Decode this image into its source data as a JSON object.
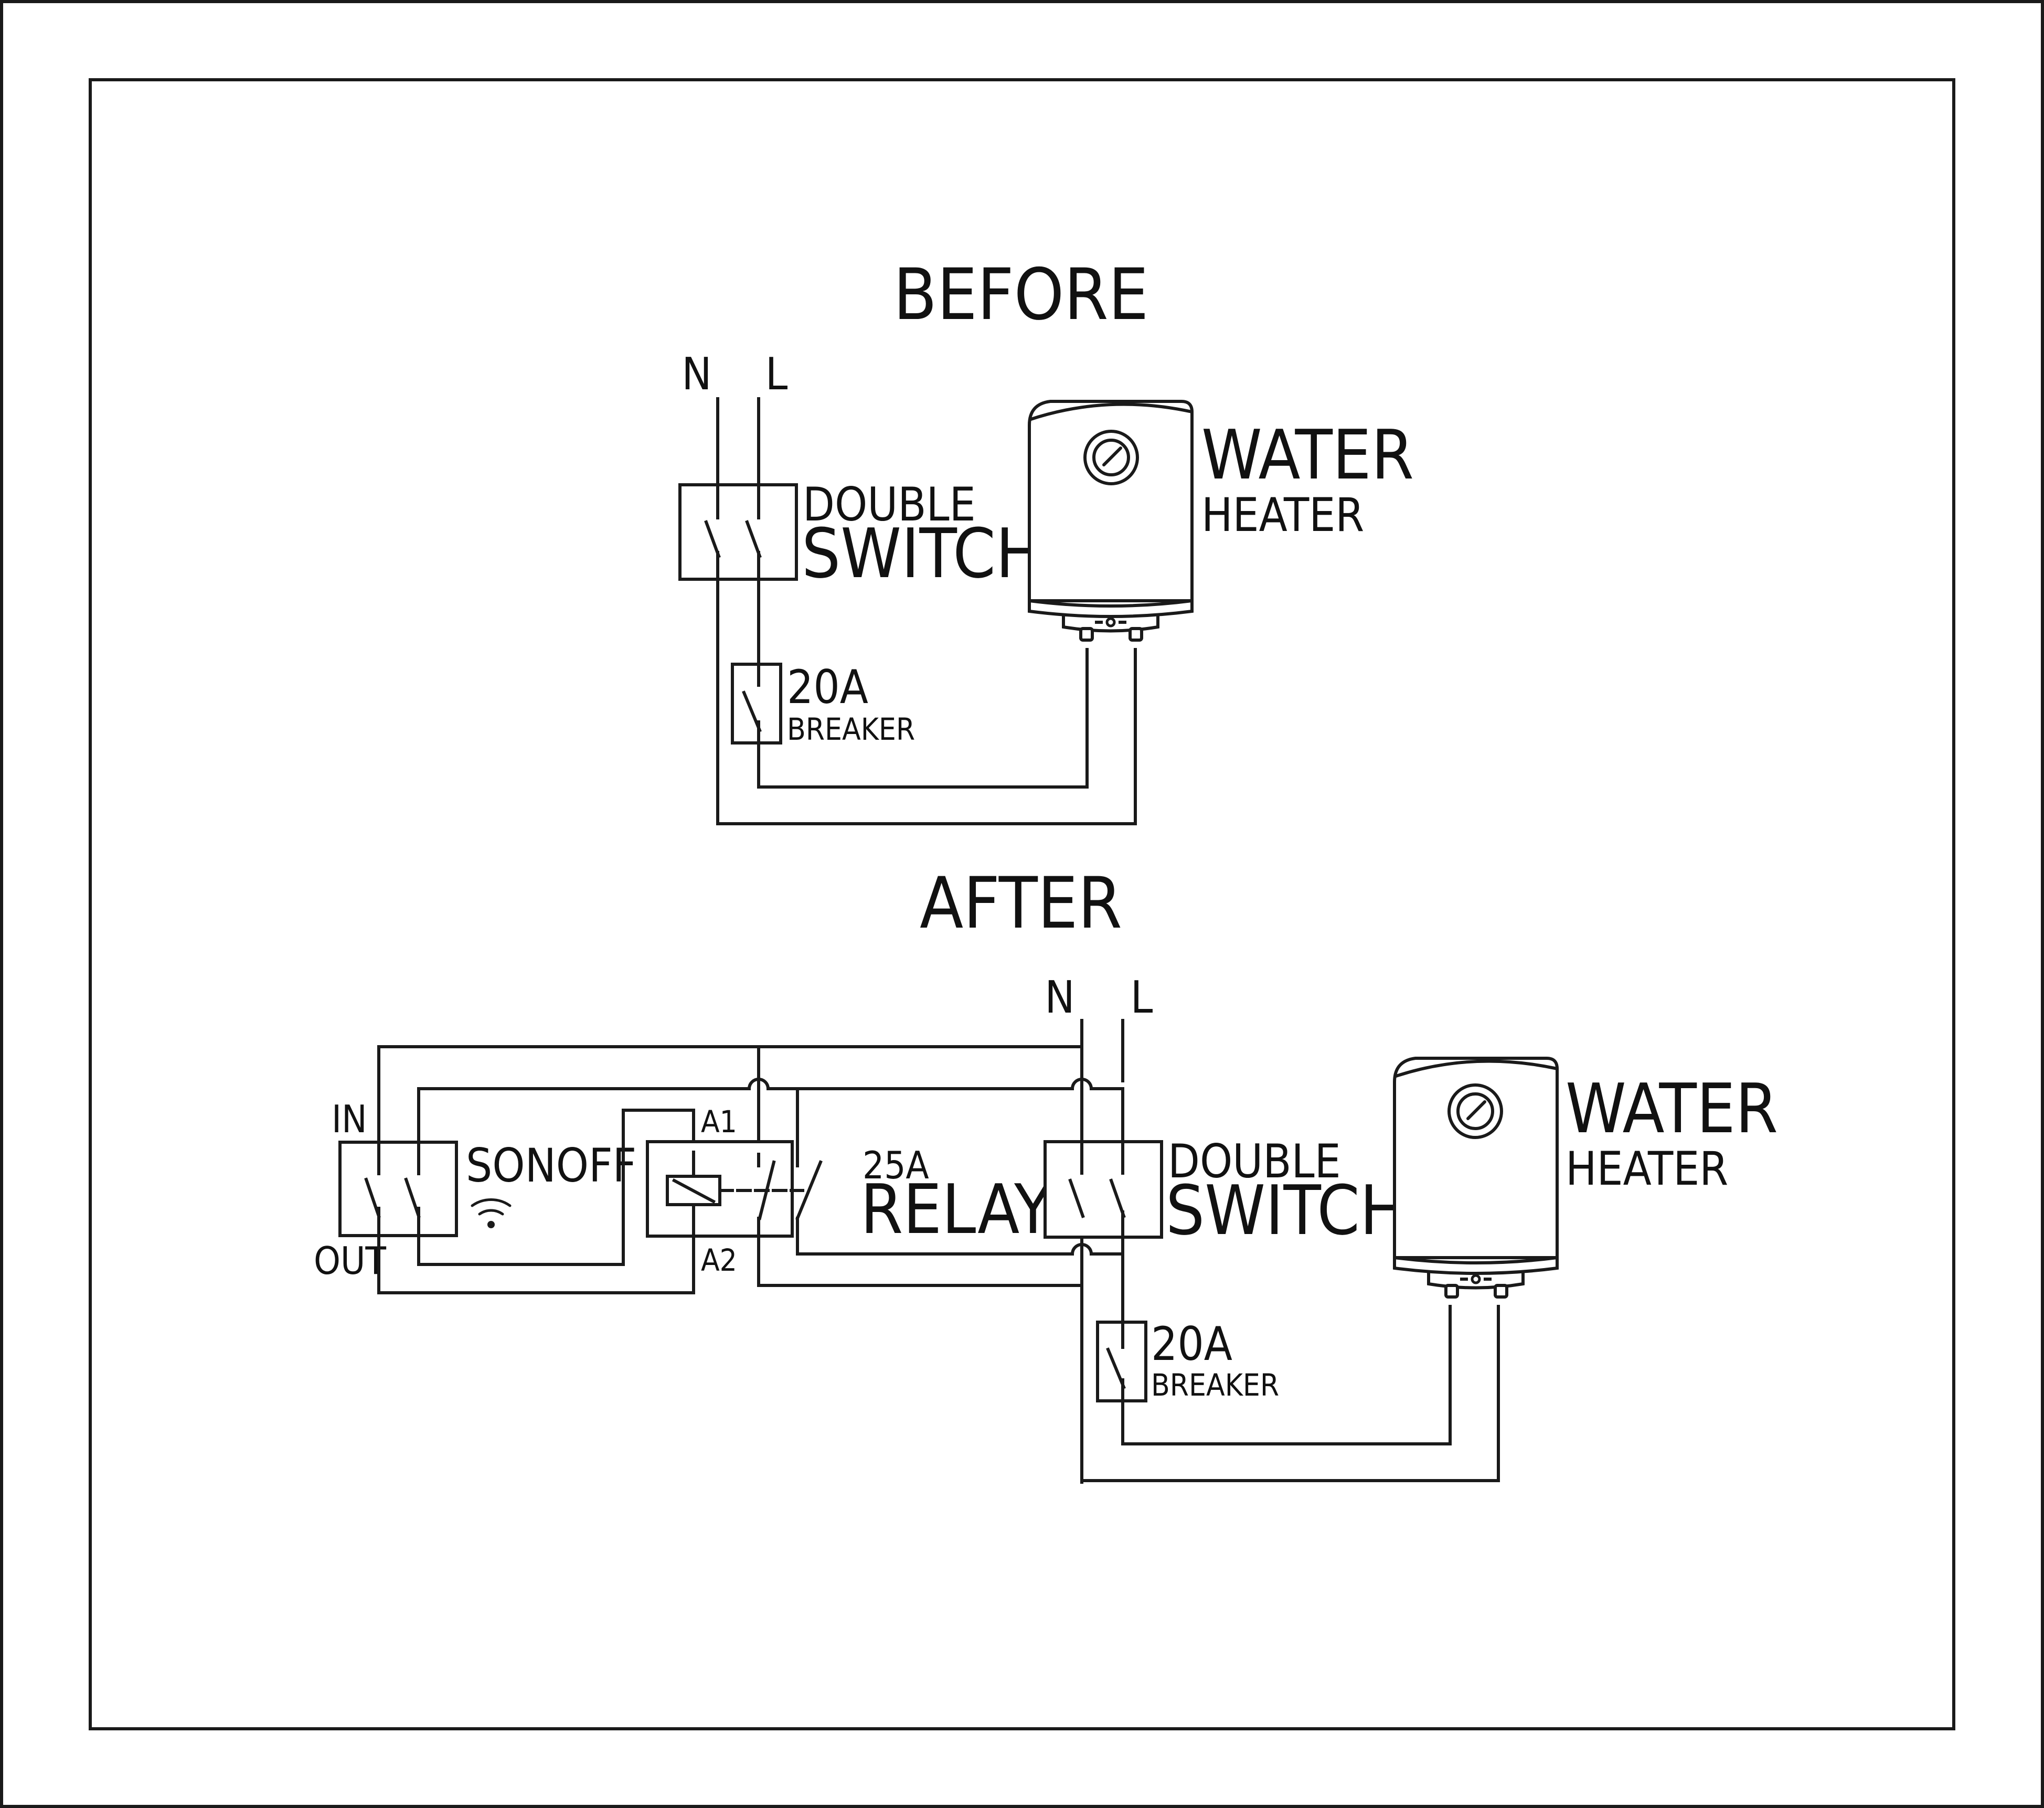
{
  "before": {
    "title": "BEFORE",
    "supply": {
      "neutral": "N",
      "live": "L"
    },
    "switch": {
      "line1": "DOUBLE",
      "line2": "SWITCH"
    },
    "breaker": {
      "rating": "20A",
      "name": "BREAKER"
    },
    "heater": {
      "line1": "WATER",
      "line2": "HEATER"
    }
  },
  "after": {
    "title": "AFTER",
    "supply": {
      "neutral": "N",
      "live": "L"
    },
    "sonoff": {
      "name": "SONOFF",
      "in": "IN",
      "out": "OUT"
    },
    "relay": {
      "rating": "25A",
      "name": "RELAY",
      "a1": "A1",
      "a2": "A2"
    },
    "switch": {
      "line1": "DOUBLE",
      "line2": "SWITCH"
    },
    "breaker": {
      "rating": "20A",
      "name": "BREAKER"
    },
    "heater": {
      "line1": "WATER",
      "line2": "HEATER"
    }
  },
  "icons": [
    "wifi-icon",
    "water-heater-icon",
    "thermostat-dial-icon",
    "switch-contact-icon",
    "relay-coil-icon"
  ]
}
